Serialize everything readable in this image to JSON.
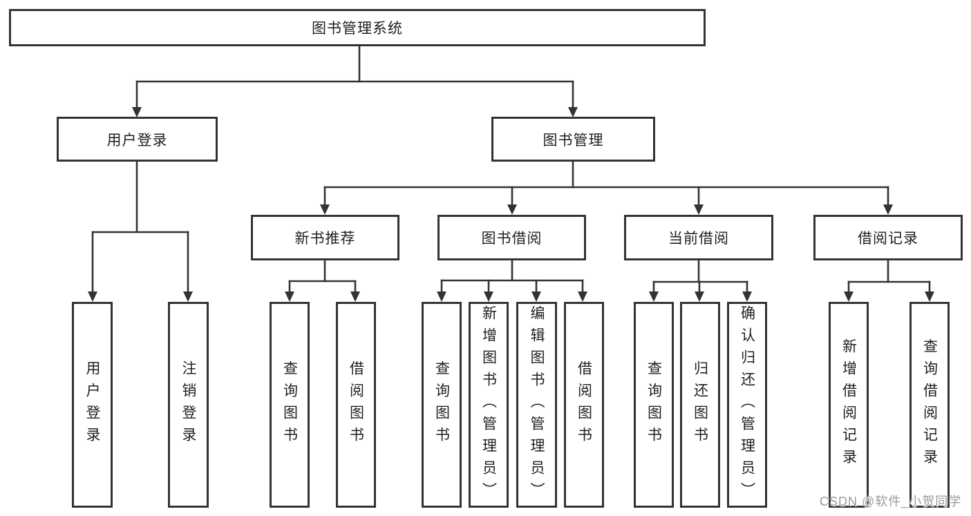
{
  "diagram": {
    "root": {
      "label": "图书管理系统"
    },
    "level2": {
      "user_login": {
        "label": "用户登录"
      },
      "book_management": {
        "label": "图书管理"
      }
    },
    "level3": {
      "new_book_recommend": {
        "label": "新书推荐"
      },
      "book_borrow": {
        "label": "图书借阅"
      },
      "current_borrow": {
        "label": "当前借阅"
      },
      "borrow_records": {
        "label": "借阅记录"
      }
    },
    "leaves": {
      "user_login": {
        "label": "用户登录"
      },
      "logout": {
        "label": "注销登录"
      },
      "nb_query_books": {
        "label": "查询图书"
      },
      "nb_borrow_books": {
        "label": "借阅图书"
      },
      "bb_query_books": {
        "label": "查询图书"
      },
      "bb_add_books": {
        "label": "新增图书（管理员）"
      },
      "bb_edit_books": {
        "label": "编辑图书（管理员）"
      },
      "bb_borrow_books": {
        "label": "借阅图书"
      },
      "cb_query_books": {
        "label": "查询图书"
      },
      "cb_return_books": {
        "label": "归还图书"
      },
      "cb_confirm_return": {
        "label": "确认归还（管理员）"
      },
      "br_add_record": {
        "label": "新增借阅记录"
      },
      "br_query_record": {
        "label": "查询借阅记录"
      }
    }
  },
  "watermark": {
    "text": "CSDN @软件_小贺同学"
  },
  "colors": {
    "line": "#333333",
    "text": "#1f1f1f",
    "background": "#ffffff",
    "watermark": "#9a9a9a"
  }
}
